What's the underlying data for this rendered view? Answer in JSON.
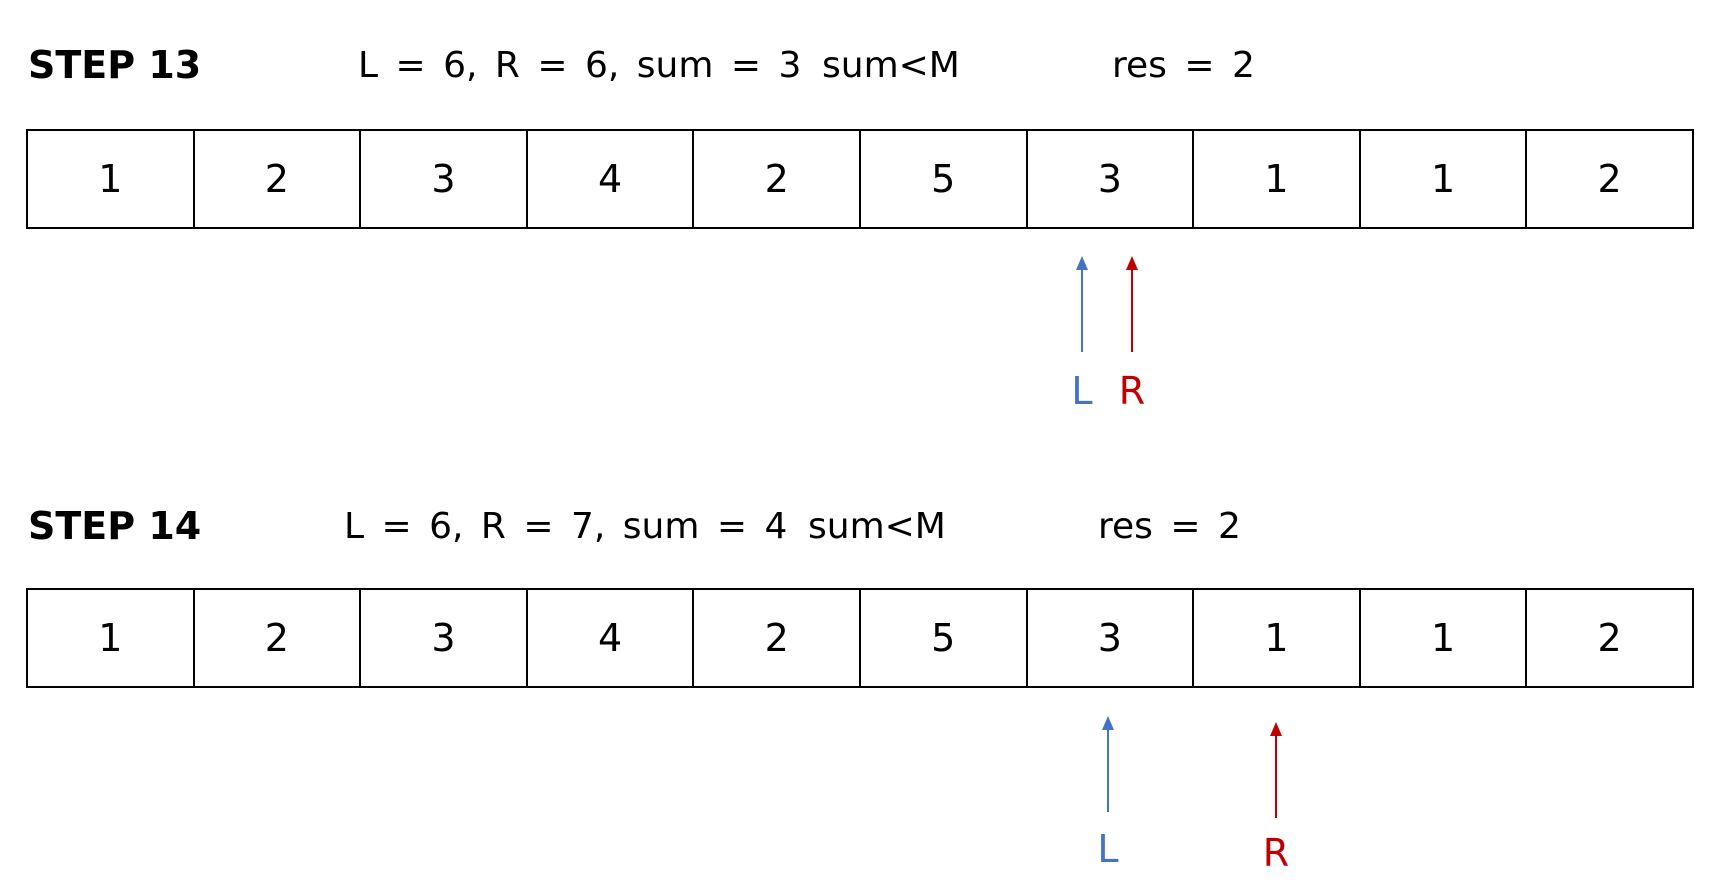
{
  "colors": {
    "left_pointer": "#4472c4",
    "right_pointer": "#c00000",
    "border": "#000000"
  },
  "steps": [
    {
      "label": "STEP 13",
      "state": "L = 6, R = 6, sum = 3",
      "comparison": "sum<M",
      "result": "res = 2",
      "array": [
        "1",
        "2",
        "3",
        "4",
        "2",
        "5",
        "3",
        "1",
        "1",
        "2"
      ],
      "left_index": 6,
      "right_index": 6,
      "left_label": "L",
      "right_label": "R"
    },
    {
      "label": "STEP 14",
      "state": "L = 6, R = 7, sum = 4",
      "comparison": "sum<M",
      "result": "res = 2",
      "array": [
        "1",
        "2",
        "3",
        "4",
        "2",
        "5",
        "3",
        "1",
        "1",
        "2"
      ],
      "left_index": 6,
      "right_index": 7,
      "left_label": "L",
      "right_label": "R"
    }
  ]
}
